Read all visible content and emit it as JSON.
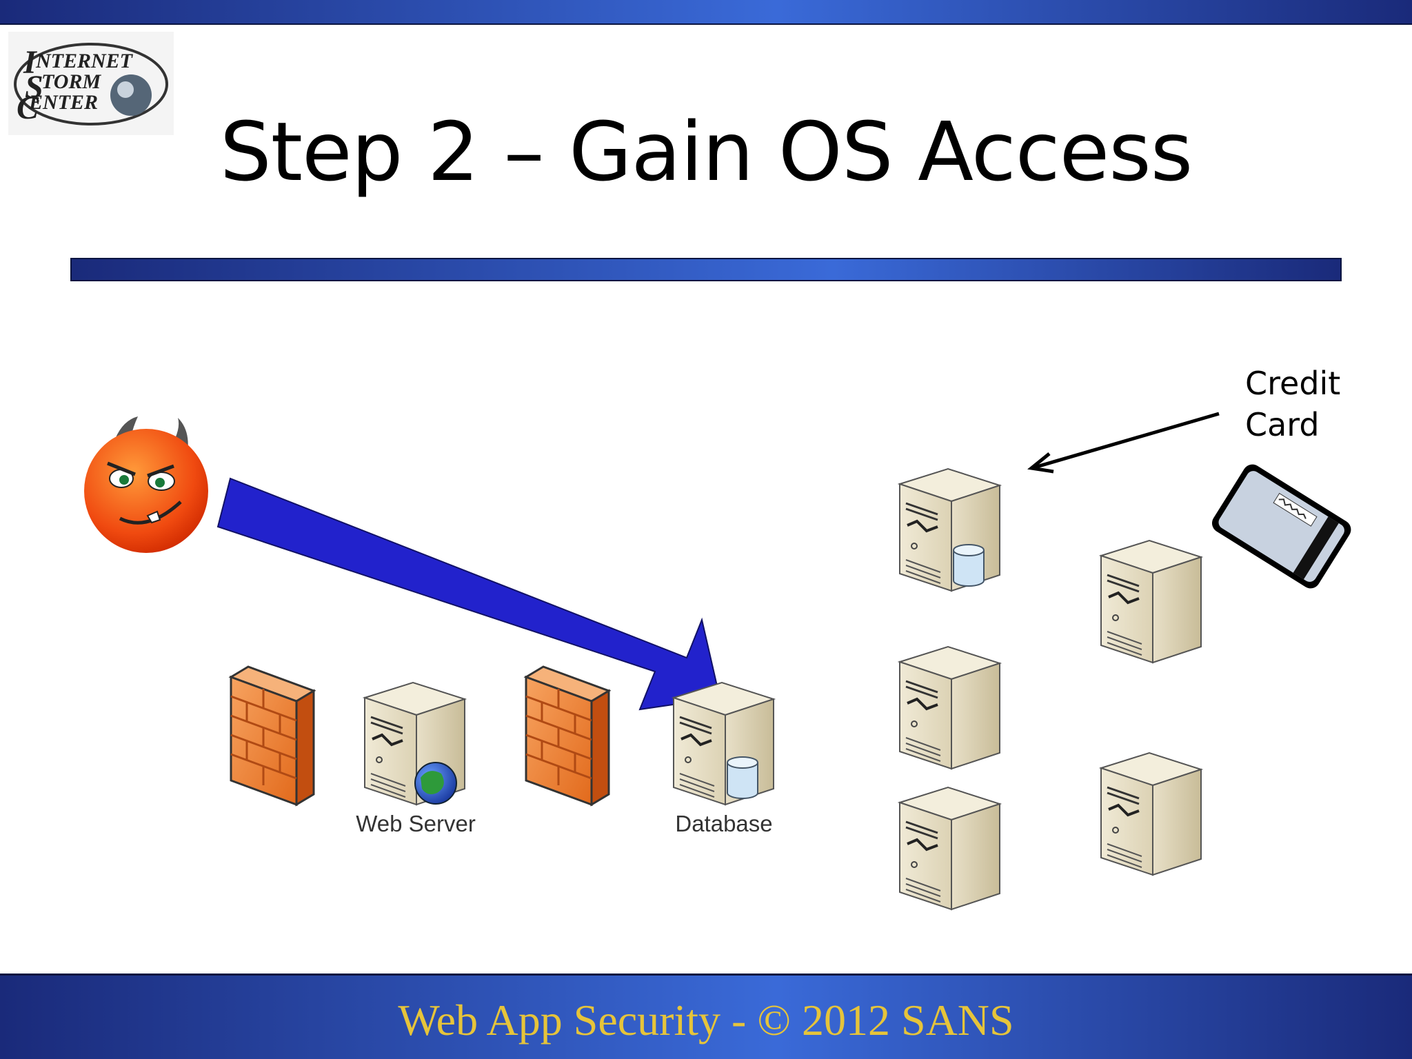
{
  "logo": {
    "name": "internet-storm-center-logo",
    "text": "INTERNET STORM CENTER"
  },
  "slide": {
    "title": "Step 2 – Gain OS Access"
  },
  "diagram": {
    "labels": {
      "web_server": "Web Server",
      "database": "Database",
      "credit_card": "Credit Card"
    }
  },
  "footer": {
    "text": "Web App Security  - © 2012 SANS"
  },
  "colors": {
    "bar": "#2b50c0",
    "arrow": "#2222cc",
    "footer_text": "#e6c43a"
  }
}
